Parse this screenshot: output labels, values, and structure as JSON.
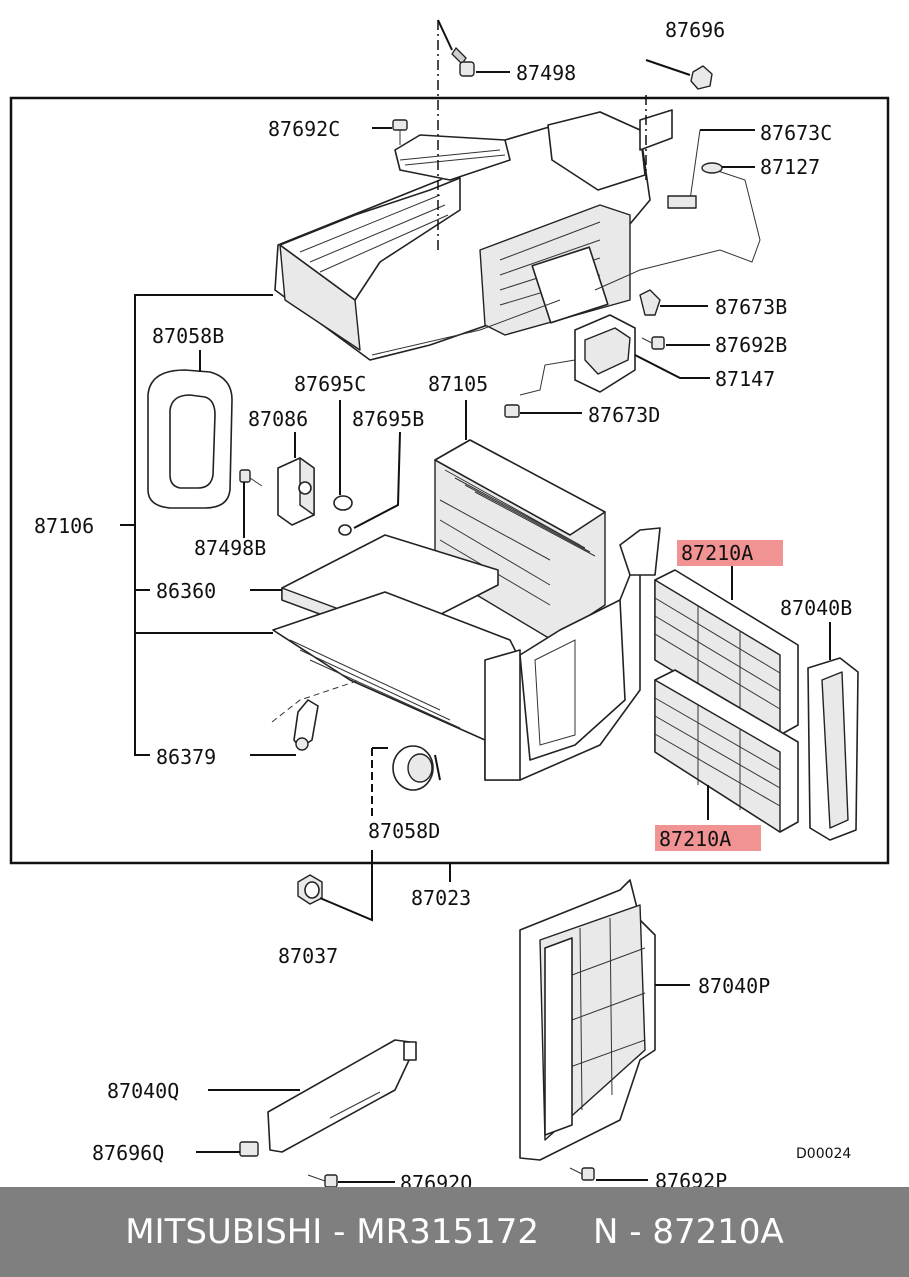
{
  "callouts": {
    "c87498": "87498",
    "c87696": "87696",
    "c87692C": "87692C",
    "c87673C": "87673C",
    "c87127": "87127",
    "c87673B": "87673B",
    "c87692B": "87692B",
    "c87147": "87147",
    "c87673D": "87673D",
    "c87058B": "87058B",
    "c87695C": "87695C",
    "c87105": "87105",
    "c87086": "87086",
    "c87695B": "87695B",
    "c87106": "87106",
    "c87498B": "87498B",
    "c87210A_top": "87210A",
    "c86360": "86360",
    "c87040B": "87040B",
    "c86379": "86379",
    "c87058D": "87058D",
    "c87210A_bottom": "87210A",
    "c87023": "87023",
    "c87037": "87037",
    "c87040P": "87040P",
    "c87040Q": "87040Q",
    "c87696Q": "87696Q",
    "c87692Q": "87692Q",
    "c87692P": "87692P"
  },
  "reference_code": "D00024",
  "highlight_color": "#f08080",
  "footer": {
    "brand": "MITSUBISHI",
    "part_number": "MR315172",
    "ref_label": "N",
    "ref_value": "87210A"
  }
}
